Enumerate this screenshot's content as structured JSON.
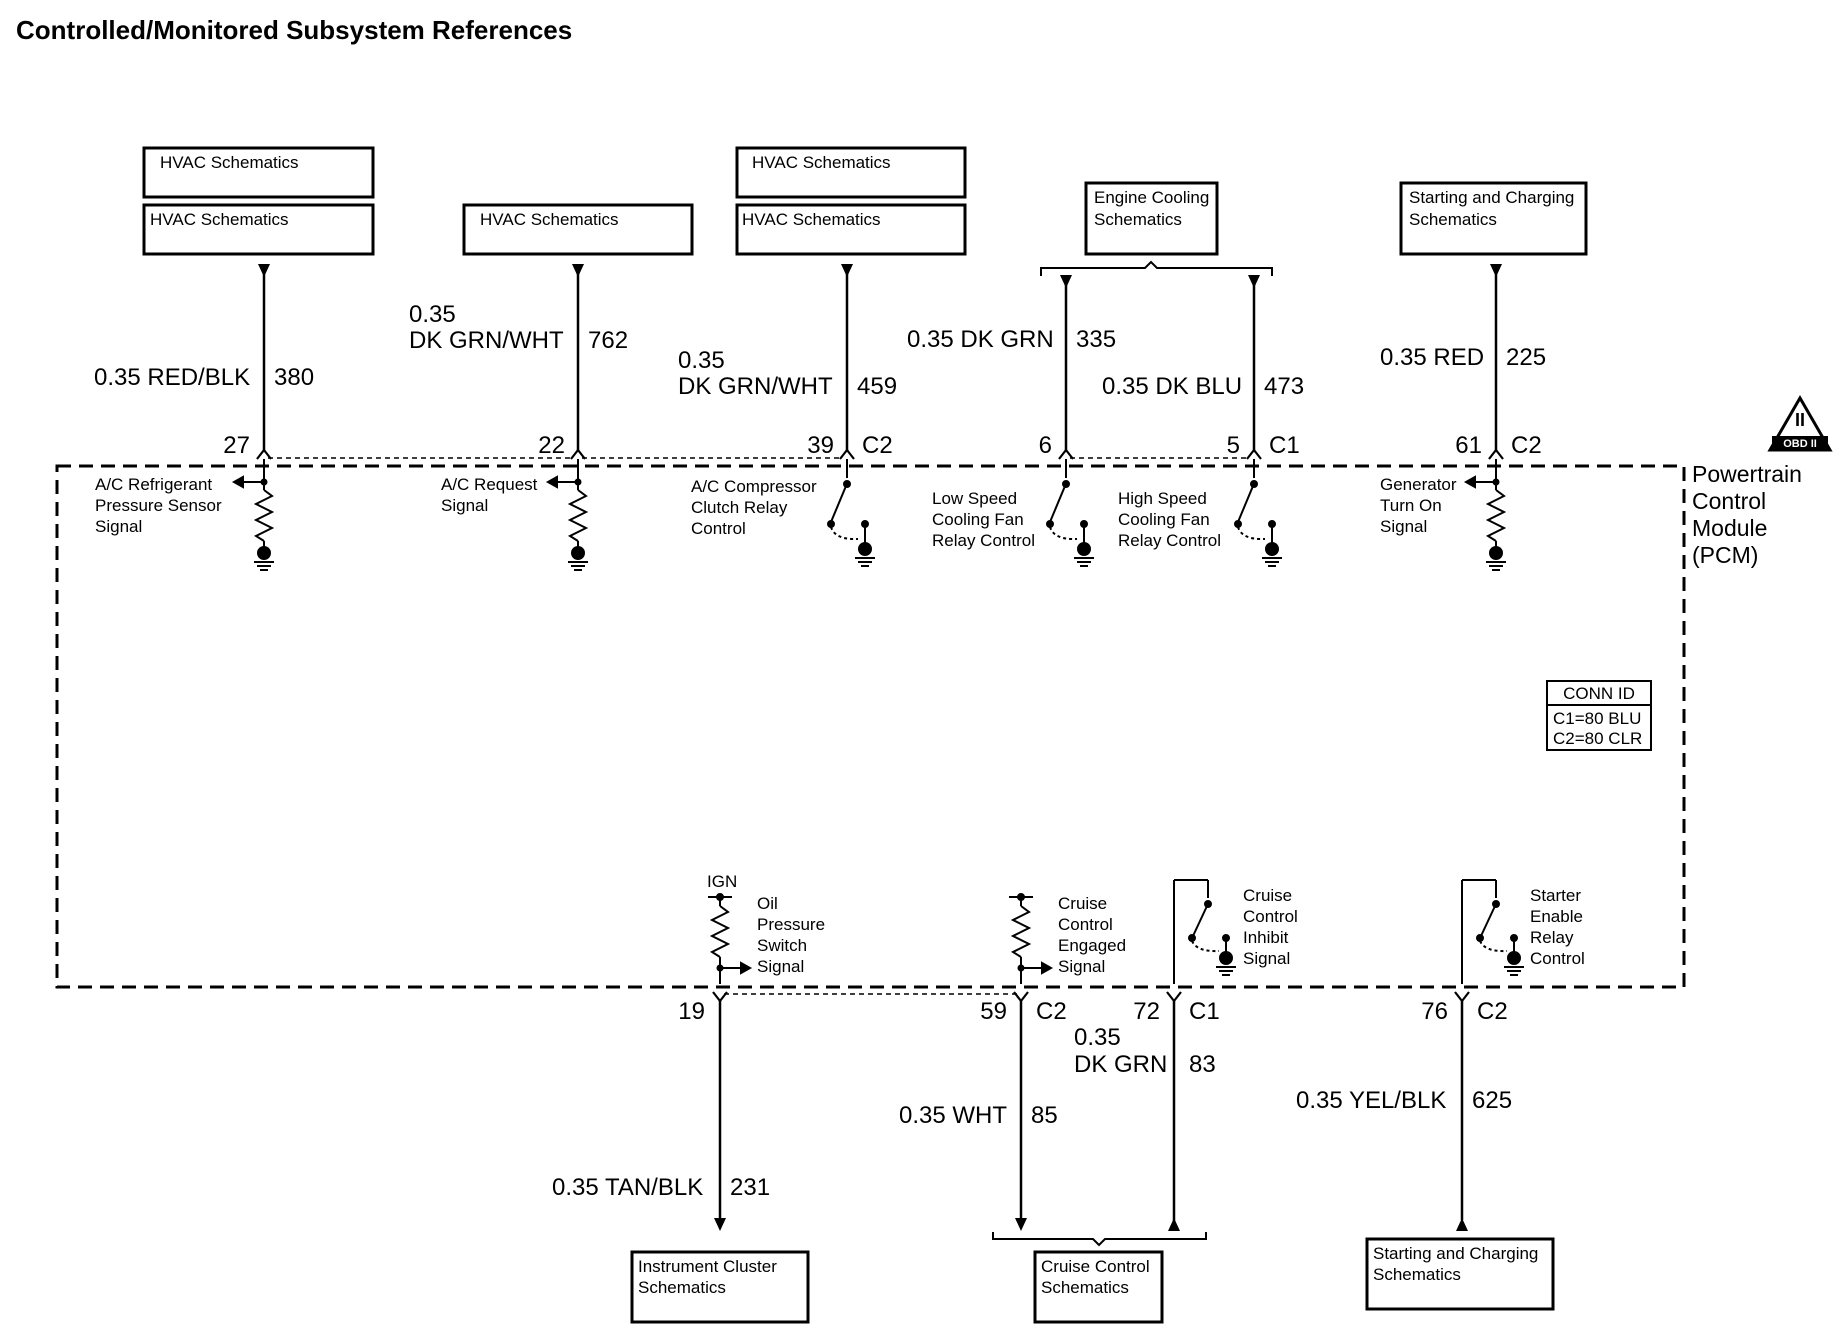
{
  "title": "Controlled/Monitored Subsystem References",
  "module": {
    "label_lines": [
      "Powertrain",
      "Control",
      "Module",
      "(PCM)"
    ]
  },
  "conn_id": {
    "header": "CONN ID",
    "lines": [
      "C1=80 BLU",
      "C2=80 CLR"
    ]
  },
  "obd_badge": {
    "top": "II",
    "bottom": "OBD II"
  },
  "top_circuits": [
    {
      "id": "ac-refrigerant",
      "schematic_boxes": [
        [
          "HVAC Schematics"
        ],
        [
          "HVAC Schematics"
        ]
      ],
      "wire_lines": [
        "0.35 RED/BLK"
      ],
      "circuit": "380",
      "pin": "27",
      "connector": "",
      "signal_lines": [
        "A/C Refrigerant",
        "Pressure Sensor",
        "Signal"
      ]
    },
    {
      "id": "ac-request",
      "schematic_boxes": [
        [
          "HVAC Schematics"
        ]
      ],
      "wire_lines": [
        "0.35",
        "DK GRN/WHT"
      ],
      "circuit": "762",
      "pin": "22",
      "connector": "",
      "signal_lines": [
        "A/C Request",
        "Signal"
      ]
    },
    {
      "id": "ac-compressor",
      "schematic_boxes": [
        [
          "HVAC Schematics"
        ],
        [
          "HVAC Schematics"
        ]
      ],
      "wire_lines": [
        "0.35",
        "DK GRN/WHT"
      ],
      "circuit": "459",
      "pin": "39",
      "connector": "C2",
      "signal_lines": [
        "A/C Compressor",
        "Clutch Relay",
        "Control"
      ]
    },
    {
      "id": "low-speed-fan",
      "schematic_boxes": [
        [
          "Engine Cooling",
          "Schematics"
        ]
      ],
      "wire_lines": [
        "0.35 DK GRN"
      ],
      "circuit": "335",
      "pin": "6",
      "connector": "",
      "signal_lines": [
        "Low Speed",
        "Cooling Fan",
        "Relay Control"
      ]
    },
    {
      "id": "high-speed-fan",
      "schematic_boxes": [],
      "wire_lines": [
        "0.35 DK BLU"
      ],
      "circuit": "473",
      "pin": "5",
      "connector": "C1",
      "signal_lines": [
        "High Speed",
        "Cooling Fan",
        "Relay Control"
      ]
    },
    {
      "id": "generator",
      "schematic_boxes": [
        [
          "Starting and Charging",
          "Schematics"
        ]
      ],
      "wire_lines": [
        "0.35 RED"
      ],
      "circuit": "225",
      "pin": "61",
      "connector": "C2",
      "signal_lines": [
        "Generator",
        "Turn On",
        "Signal"
      ]
    }
  ],
  "bottom_circuits": [
    {
      "id": "oil-pressure",
      "ign_label": "IGN",
      "signal_lines": [
        "Oil",
        "Pressure",
        "Switch",
        "Signal"
      ],
      "pin": "19",
      "connector": "",
      "wire_lines": [
        "0.35 TAN/BLK"
      ],
      "circuit": "231"
    },
    {
      "id": "cruise-engaged",
      "signal_lines": [
        "Cruise",
        "Control",
        "Engaged",
        "Signal"
      ],
      "pin": "59",
      "connector": "C2",
      "wire_lines": [
        "0.35 WHT"
      ],
      "circuit": "85"
    },
    {
      "id": "cruise-inhibit",
      "signal_lines": [
        "Cruise",
        "Control",
        "Inhibit",
        "Signal"
      ],
      "pin": "72",
      "connector": "C1",
      "wire_lines": [
        "0.35",
        "DK GRN"
      ],
      "circuit": "83"
    },
    {
      "id": "starter-enable",
      "signal_lines": [
        "Starter",
        "Enable",
        "Relay",
        "Control"
      ],
      "pin": "76",
      "connector": "C2",
      "wire_lines": [
        "0.35 YEL/BLK"
      ],
      "circuit": "625"
    }
  ],
  "bottom_schematics": [
    {
      "id": "instrument-cluster",
      "lines": [
        "Instrument Cluster",
        "Schematics"
      ]
    },
    {
      "id": "cruise-control",
      "lines": [
        "Cruise Control",
        "Schematics"
      ]
    },
    {
      "id": "starting-charging",
      "lines": [
        "Starting and Charging",
        "Schematics"
      ]
    }
  ]
}
